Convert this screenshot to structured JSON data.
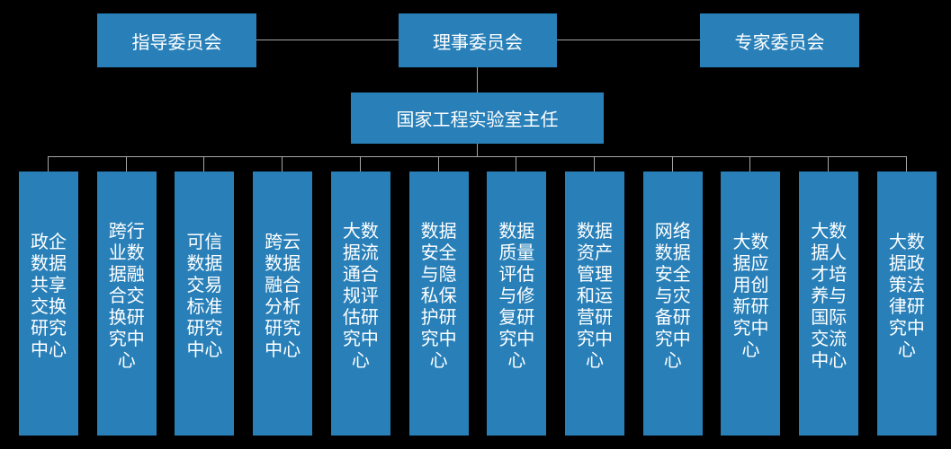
{
  "org_chart": {
    "committees": [
      {
        "name": "指导委员会",
        "label": "指导委员会"
      },
      {
        "name": "理事委员会",
        "label": "理事委员会"
      },
      {
        "name": "专家委员会",
        "label": "专家委员会"
      }
    ],
    "director": {
      "name": "国家工程实验室主任",
      "label": "国家工程实验室主任"
    },
    "centers": [
      {
        "name": "政企数据共享交换研究中心",
        "label": "政企\n数据\n共享\n交换\n研究\n中心"
      },
      {
        "name": "跨行业数据融合交换研究中心",
        "label": "跨行\n业数\n据融\n合交\n换研\n究中\n心"
      },
      {
        "name": "可信数据交易标准研究中心",
        "label": "可信\n数据\n交易\n标准\n研究\n中心"
      },
      {
        "name": "跨云数据融合分析研究中心",
        "label": "跨云\n数据\n融合\n分析\n研究\n中心"
      },
      {
        "name": "大数据流通合规评估研究中心",
        "label": "大数\n据流\n通合\n规评\n估研\n究中\n心"
      },
      {
        "name": "数据安全与隐私保护研究中心",
        "label": "数据\n安全\n与隐\n私保\n护研\n究中\n心"
      },
      {
        "name": "数据质量评估与修复研究中心",
        "label": "数据\n质量\n评估\n与修\n复研\n究中\n心"
      },
      {
        "name": "数据资产管理和运营研究中心",
        "label": "数据\n资产\n管理\n和运\n营研\n究中\n心"
      },
      {
        "name": "网络数据安全与灾备研究中心",
        "label": "网络\n数据\n安全\n与灾\n备研\n究中\n心"
      },
      {
        "name": "大数据应用创新研究中心",
        "label": "大数\n据应\n用创\n新研\n究中\n心"
      },
      {
        "name": "大数据人才培养与国际交流中心",
        "label": "大数\n据人\n才培\n养与\n国际\n交流\n中心"
      },
      {
        "name": "大数据政策法律研究中心",
        "label": "大数\n据政\n策法\n律研\n究中\n心"
      }
    ]
  },
  "colors": {
    "background": "#000000",
    "box_blue": "#2980b9",
    "line_gray": "#a6a6a6",
    "text": "#ffffff"
  }
}
